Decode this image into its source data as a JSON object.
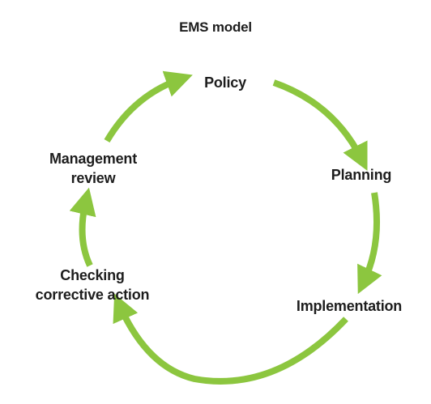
{
  "title": "EMS model",
  "colors": {
    "arrow": "#8cc63f",
    "text": "#1d1d1d",
    "background": "#ffffff"
  },
  "steps": [
    {
      "lines": [
        "Policy"
      ]
    },
    {
      "lines": [
        "Planning"
      ]
    },
    {
      "lines": [
        "Implementation"
      ]
    },
    {
      "lines": [
        "Checking",
        "corrective action"
      ]
    },
    {
      "lines": [
        "Management",
        "review"
      ]
    }
  ]
}
